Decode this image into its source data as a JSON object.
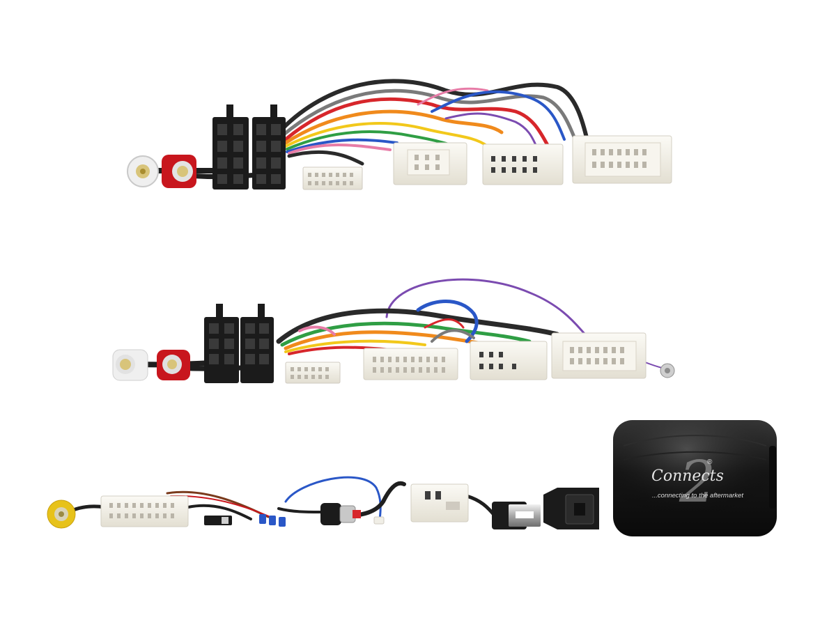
{
  "product": {
    "logo": {
      "brand_text": "Connects",
      "numeral": "2",
      "registered_mark": "®",
      "tagline": "...connecting to the aftermarket"
    }
  },
  "colors": {
    "background": "#ffffff",
    "connector_black": "#1b1b1b",
    "connector_white": "#f3f1ea",
    "rca_red": "#c8161d",
    "rca_white": "#efefef",
    "rca_yellow": "#e7c21a",
    "module_body": "#141414",
    "wire_red": "#d7262b",
    "wire_orange": "#f08a1c",
    "wire_yellow": "#f2c81b",
    "wire_green": "#2f9e44",
    "wire_blue": "#2a57c7",
    "wire_purple": "#7b4bb0",
    "wire_pink": "#e77ca7",
    "wire_grey": "#8e8e8e",
    "wire_black": "#2a2a2a",
    "wire_brown": "#7a3a1c"
  },
  "icons": {
    "iso_connector": "iso-connector-icon",
    "rca_plug": "rca-plug-icon",
    "multi_pin_connector": "multi-pin-connector-icon",
    "usb_plug": "usb-plug-icon",
    "antenna_plug": "antenna-plug-icon",
    "interface_module": "interface-module-icon"
  }
}
